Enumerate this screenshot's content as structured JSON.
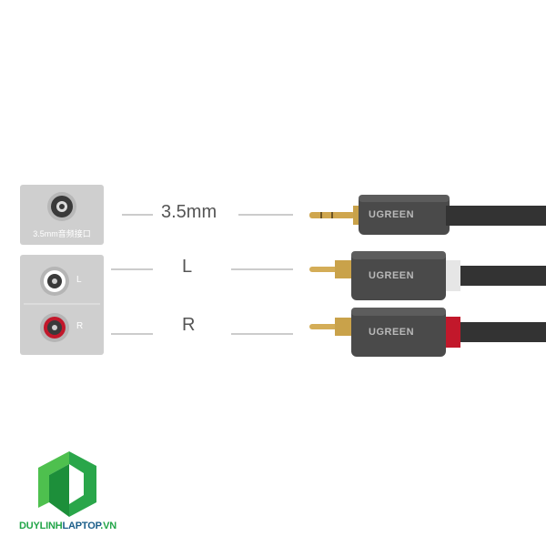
{
  "labels": {
    "jack_size": "3.5mm",
    "left": "L",
    "right": "R"
  },
  "panels": {
    "jack_caption": "3.5mm音频接口",
    "left_port": "L",
    "right_port": "R"
  },
  "cable": {
    "brand": "UGREEN"
  },
  "logo": {
    "part1": "DUYLINH",
    "part2": "LAPTOP",
    "part3": ".VN"
  },
  "colors": {
    "panel": "#cfcfcf",
    "cable": "#3a3a3a",
    "connector_body": "#4d4d4d",
    "gold": "#c9a24a",
    "left_ring": "#e6e6e6",
    "right_ring": "#c2182b",
    "logo_green": "#22a548"
  }
}
